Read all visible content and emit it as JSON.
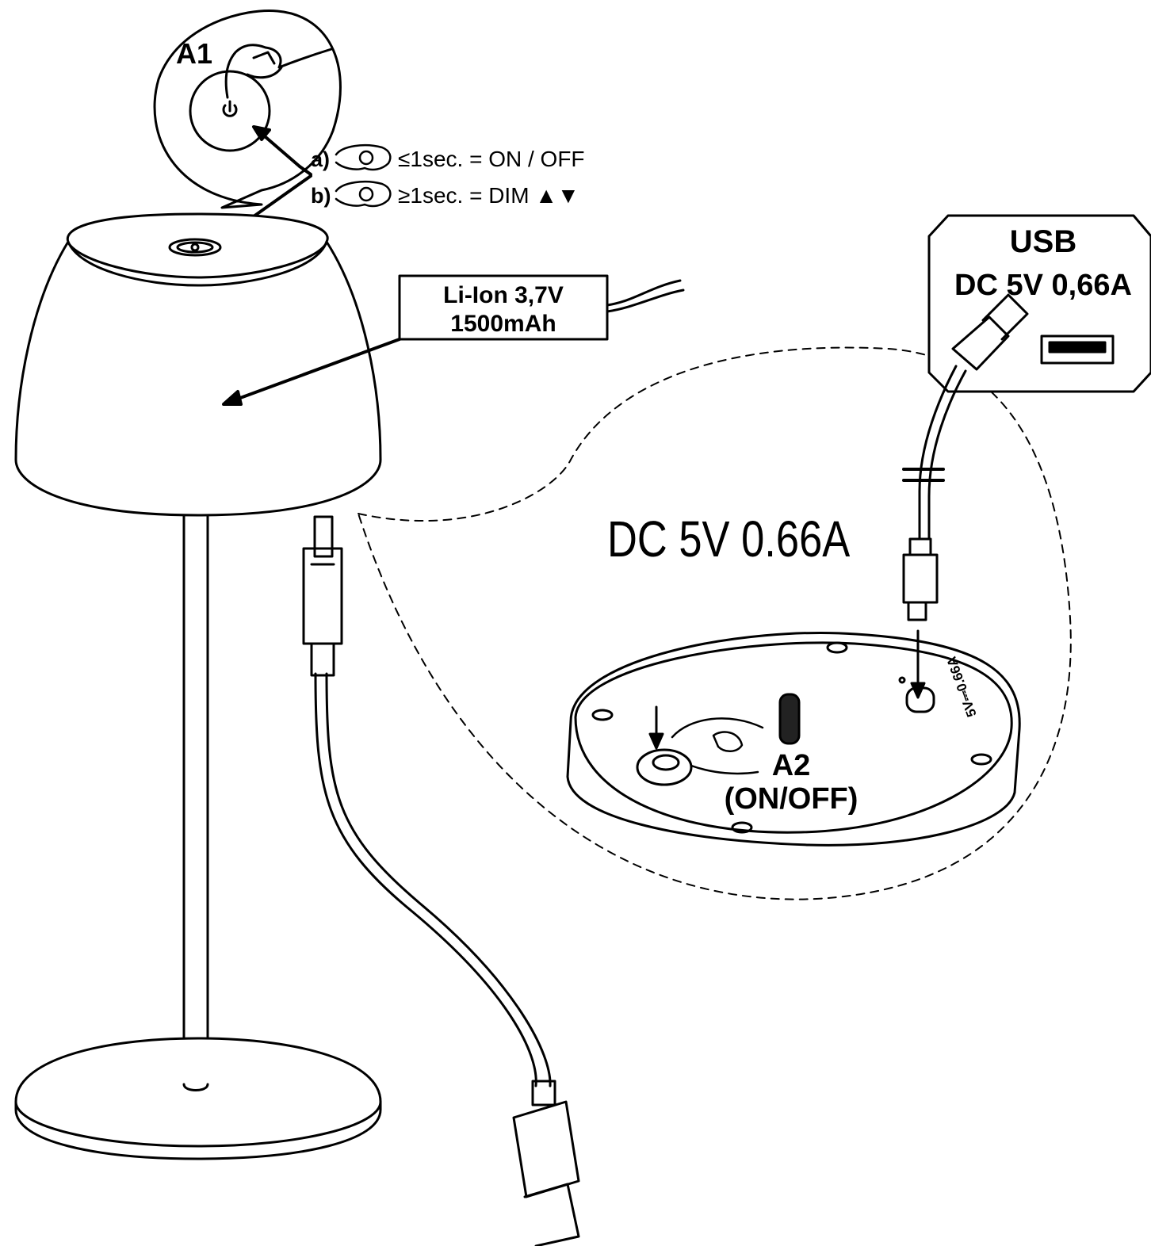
{
  "labels": {
    "a1": "A1",
    "instruction_a": "a)",
    "instruction_a_text": "≤1sec. = ON / OFF",
    "instruction_b": "b)",
    "instruction_b_text": "≥1sec. = DIM ▲▼",
    "battery_line1": "Li-Ion 3,7V",
    "battery_line2": "1500mAh",
    "usb_title": "USB",
    "usb_spec": "DC 5V 0,66A",
    "dc_spec": "DC 5V 0.66A",
    "a2": "A2",
    "a2_sub": "(ON/OFF)",
    "base_marking": "5V⎓0.66A"
  }
}
